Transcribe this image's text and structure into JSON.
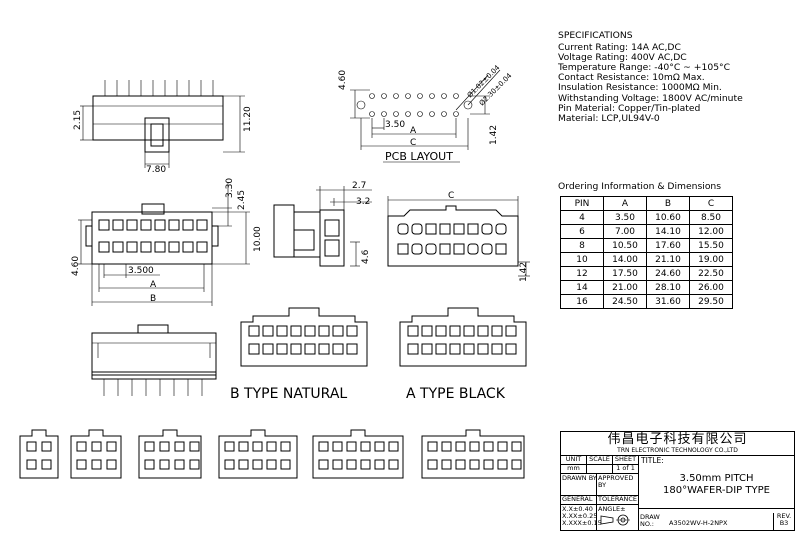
{
  "spec_title": "SPECIFICATIONS",
  "specs": [
    "Current Rating: 14A AC,DC",
    "Voltage Rating: 400V AC,DC",
    "Temperature Range: -40°C ~ +105°C",
    "Contact Resistance: 10mΩ Max.",
    "Insulation Resistance: 1000MΩ Min.",
    "Withstanding Voltage: 1800V AC/minute",
    "Pin Material: Copper/Tin-plated",
    "Material: LCP,UL94V-0"
  ],
  "ordering": {
    "title": "Ordering Information & Dimensions",
    "headers": [
      "PIN",
      "A",
      "B",
      "C"
    ],
    "rows": [
      [
        "4",
        "3.50",
        "10.60",
        "8.50"
      ],
      [
        "6",
        "7.00",
        "14.10",
        "12.00"
      ],
      [
        "8",
        "10.50",
        "17.60",
        "15.50"
      ],
      [
        "10",
        "14.00",
        "21.10",
        "19.00"
      ],
      [
        "12",
        "17.50",
        "24.60",
        "22.50"
      ],
      [
        "14",
        "21.00",
        "28.10",
        "26.00"
      ],
      [
        "16",
        "24.50",
        "31.60",
        "29.50"
      ]
    ]
  },
  "dims": {
    "h215": "2.15",
    "h1120": "11.20",
    "w780": "7.80",
    "h460": "4.60",
    "d102": "Ø1.02±0.04",
    "d230": "Ø2.30±0.04",
    "p350": "3.50",
    "a": "A",
    "c": "C",
    "h142": "1.42",
    "pcb": "PCB LAYOUT",
    "h330": "3.30",
    "h245": "2.45",
    "h1000": "10.00",
    "h460b": "4.60",
    "p3500": "3.500",
    "b": "B",
    "w27": "2.7",
    "w32": "3.2",
    "h46": "4.6",
    "h142b": "1.42",
    "c2": "C"
  },
  "labels": {
    "b_type": "B TYPE NATURAL",
    "a_type": "A TYPE BLACK"
  },
  "title_block": {
    "company_cn": "伟昌电子科技有限公司",
    "company_en": "TRN ELECTRONIC TECHNOLOGY CO.,LTD",
    "unit": "UNIT",
    "scale": "SCALE",
    "sheet": "SHEET",
    "title": "TITLE:",
    "mm": "mm",
    "sheet_val": "1 of 1",
    "drawn_by": "DRAWN BY",
    "approved_by": "APPROVED BY",
    "general": "GENERAL",
    "tolerance": "TOLERANCE",
    "angle": "ANGLE±",
    "tol1": "X.X±0.40",
    "tol2": "X.XX±0.25",
    "tol3": "X.XXX±0.15",
    "title_line1": "3.50mm PITCH",
    "title_line2": "180°WAFER-DIP TYPE",
    "draw_no_label": "DRAW NO.:",
    "draw_no": "A3502WV-H-2NPX",
    "rev_label": "REV.",
    "rev": "B3"
  }
}
